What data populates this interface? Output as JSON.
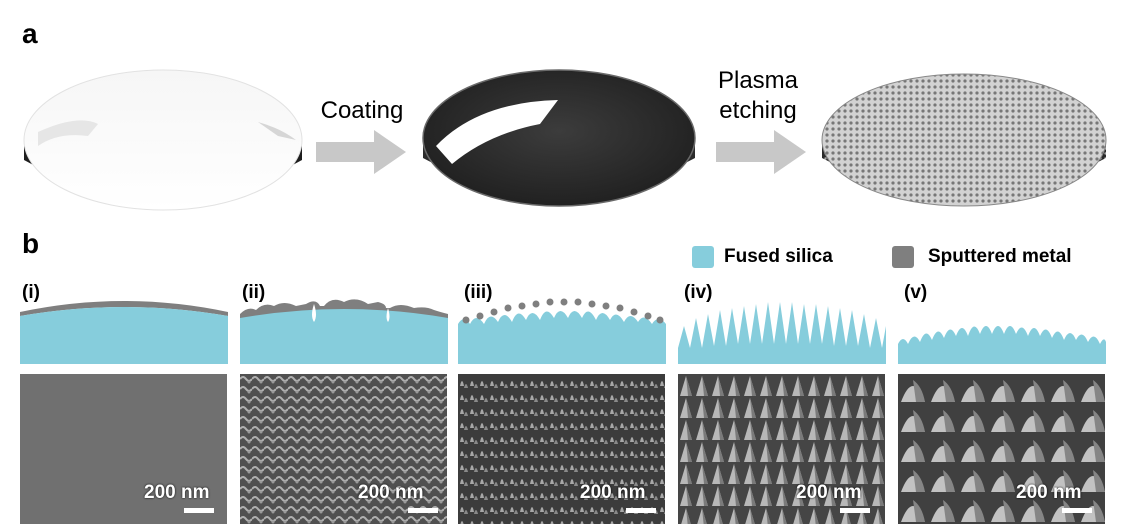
{
  "panel_a": {
    "letter": "a",
    "steps": [
      "Coating",
      "Plasma etching"
    ],
    "stages": [
      "bare-lens",
      "coated-lens",
      "etched-lens"
    ]
  },
  "panel_b": {
    "letter": "b",
    "legend": [
      {
        "label": "Fused silica",
        "color": "#86cddc"
      },
      {
        "label": "Sputtered metal",
        "color": "#7f7f7f"
      }
    ],
    "columns": [
      {
        "roman": "(i)",
        "scale": "200 nm"
      },
      {
        "roman": "(ii)",
        "scale": "200 nm"
      },
      {
        "roman": "(iii)",
        "scale": "200 nm"
      },
      {
        "roman": "(iv)",
        "scale": "200 nm"
      },
      {
        "roman": "(v)",
        "scale": "200 nm"
      }
    ]
  },
  "colors": {
    "silica": "#86cddc",
    "metal": "#7f7f7f",
    "arrow": "#c8c8c8"
  }
}
